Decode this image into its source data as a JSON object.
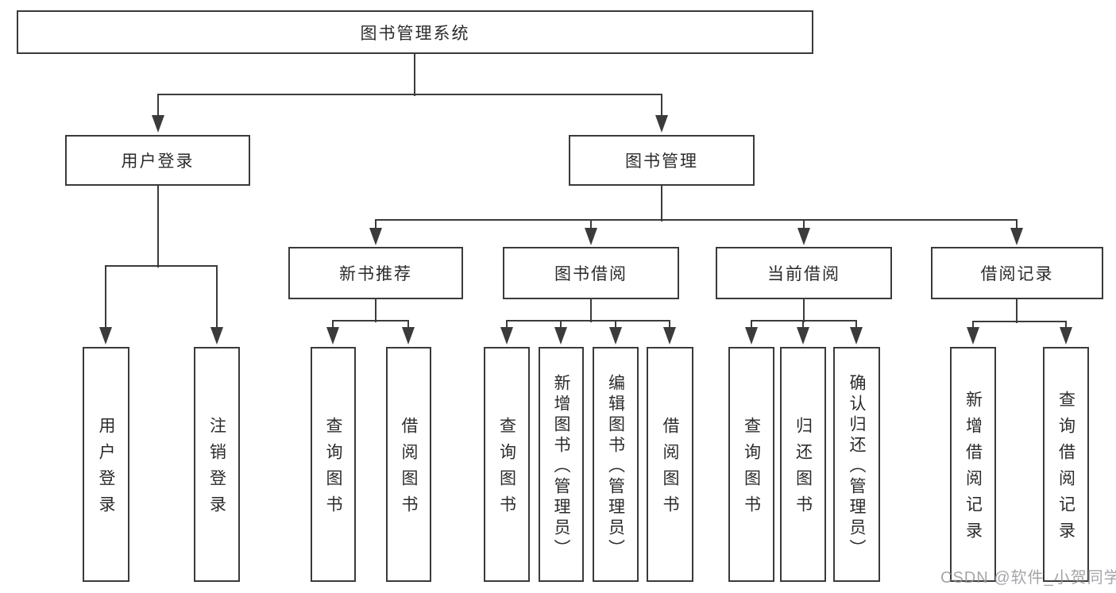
{
  "nodes": {
    "root": "图书管理系统",
    "level2": {
      "user": "用户登录",
      "mgmt": "图书管理"
    },
    "level3": {
      "newbook": "新书推荐",
      "borrow": "图书借阅",
      "current": "当前借阅",
      "record": "借阅记录"
    },
    "leaves": {
      "user": [
        "用户登录",
        "注销登录"
      ],
      "newbook": [
        "查询图书",
        "借阅图书"
      ],
      "borrow": [
        "查询图书",
        "新增图书（管理员）",
        "编辑图书（管理员）",
        "借阅图书"
      ],
      "current": [
        "查询图书",
        "归还图书",
        "确认归还（管理员）"
      ],
      "record": [
        "新增借阅记录",
        "查询借阅记录"
      ]
    }
  },
  "watermark": "CSDN @软件_小贺同学",
  "colors": {
    "line": "#3b3b3b",
    "border": "#3a3a3a",
    "text": "#2b2b2b",
    "watermark": "#96969b"
  }
}
